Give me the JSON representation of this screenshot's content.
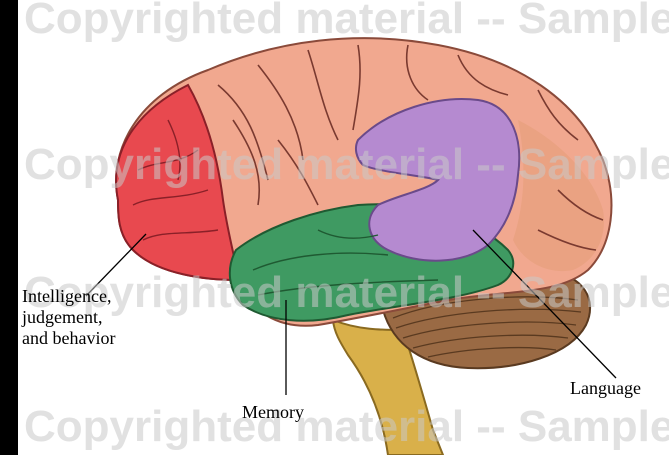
{
  "figure": {
    "labels": {
      "intelligence": "Intelligence,\njudgement,\nand behavior",
      "memory": "Memory",
      "language": "Language"
    },
    "watermark": "Copyrighted material -- Sample",
    "regions": {
      "frontal_color": "#e8494f",
      "temporal_color": "#3f9a62",
      "language_area_color": "#b58ad0",
      "cortex_color": "#f1a88f",
      "parietal_color": "#e9a07e",
      "cerebellum_color": "#9a6a44",
      "brainstem_color": "#d9b04a"
    }
  }
}
